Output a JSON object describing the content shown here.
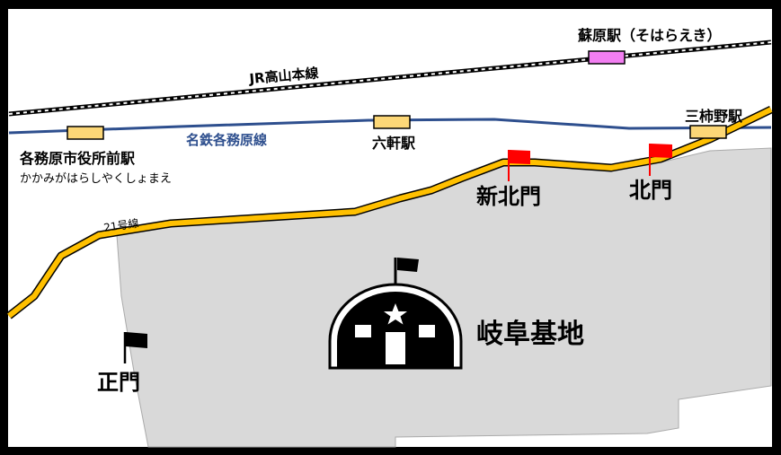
{
  "railways": {
    "jr": {
      "label": "JR高山本線"
    },
    "meitetsu": {
      "label": "名鉄各務原線",
      "color": "#2e4f8e"
    }
  },
  "road": {
    "label": "21号線",
    "color": "#ffc000"
  },
  "stations": {
    "sohara": {
      "label": "蘇原駅（そはらえき）",
      "marker_color": "#f27ef1"
    },
    "kakamigahara_shiyakusho": {
      "label": "各務原市役所前駅",
      "reading": "かかみがはらしやくしょまえ",
      "marker_color": "#fcd777"
    },
    "rokken": {
      "label": "六軒駅",
      "marker_color": "#fcd777"
    },
    "mikakino": {
      "label": "三柿野駅",
      "marker_color": "#fcd777"
    }
  },
  "gates": {
    "main_gate": {
      "label": "正門",
      "flag_color": "#000000"
    },
    "shin_kita_gate": {
      "label": "新北門",
      "flag_color": "#ff0000"
    },
    "kita_gate": {
      "label": "北門",
      "flag_color": "#ff0000"
    }
  },
  "base": {
    "label": "岐阜基地",
    "area_color": "#d9d9d9"
  }
}
